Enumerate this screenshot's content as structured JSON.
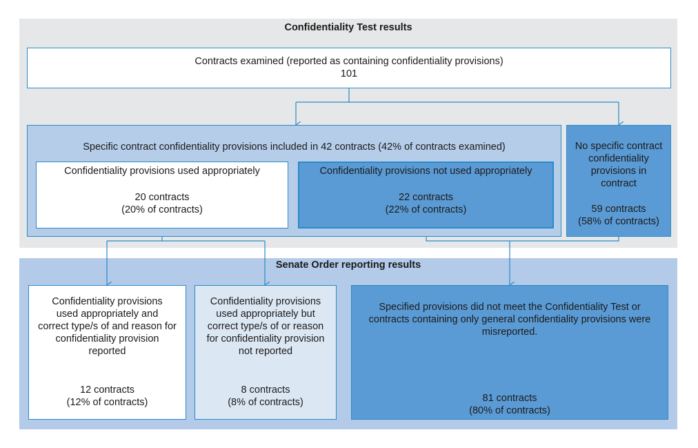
{
  "confidentiality_test": {
    "title": "Confidentiality Test results",
    "examined": {
      "label": "Contracts examined (reported as containing confidentiality provisions)",
      "count": "101"
    },
    "specific": {
      "label": "Specific contract confidentiality provisions included in 42 contracts (42% of contracts examined)",
      "appropriate": {
        "label": "Confidentiality provisions used appropriately",
        "count": "20 contracts",
        "pct": "(20% of contracts)"
      },
      "not_appropriate": {
        "label": "Confidentiality provisions not used appropriately",
        "count": "22 contracts",
        "pct": "(22% of contracts)"
      }
    },
    "no_specific": {
      "label_lines": [
        "No specific contract",
        "confidentiality",
        "provisions in",
        "contract"
      ],
      "count": "59 contracts",
      "pct": "(58% of contracts)"
    }
  },
  "senate_order": {
    "title": "Senate Order reporting results",
    "correct": {
      "label_lines": [
        "Confidentiality provisions",
        "used appropriately and",
        "correct type/s of and reason for",
        "confidentiality provision",
        "reported"
      ],
      "count": "12 contracts",
      "pct": "(12% of contracts)"
    },
    "incorrect": {
      "label_lines": [
        "Confidentiality provisions",
        "used appropriately but",
        "correct type/s of or reason",
        "for confidentiality provision",
        "not reported"
      ],
      "count": "8 contracts",
      "pct": "(8% of contracts)"
    },
    "misreported": {
      "label_lines": [
        "Specified provisions did not meet the Confidentiality Test or",
        "contracts containing only general confidentiality provisions were",
        "misreported."
      ],
      "count": "81 contracts",
      "pct": "(80% of contracts)"
    }
  },
  "colors": {
    "border": "#2a8ac9",
    "panel_gray": "#e6e7e8",
    "panel_blue": "#b3cae8",
    "box_dark": "#5b9bd5",
    "box_pale": "#dce7f4"
  }
}
